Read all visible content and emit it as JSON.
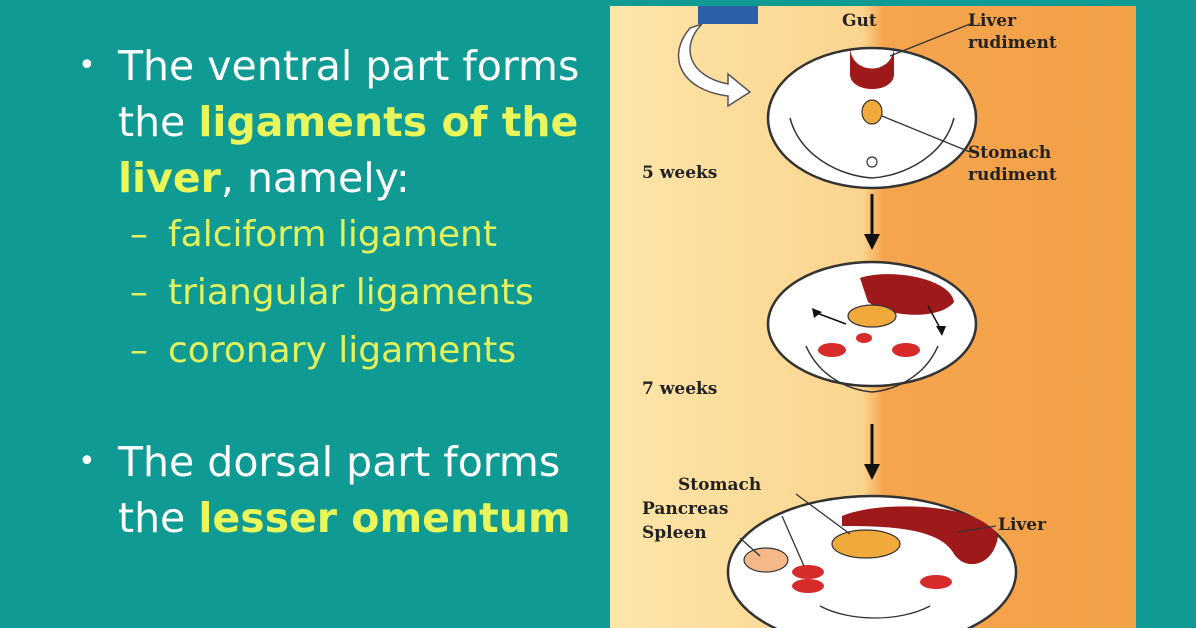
{
  "bullet1": {
    "pre": "The ventral part forms the ",
    "highlight": "ligaments of the liver",
    "post": ", namely:",
    "items": [
      "falciform ligament",
      "triangular ligaments",
      "coronary ligaments"
    ]
  },
  "bullet2": {
    "pre": "The dorsal part forms the ",
    "highlight": "lesser omentum"
  },
  "figure": {
    "labels": {
      "gut": "Gut",
      "liver_rudiment_1": "Liver",
      "liver_rudiment_2": "rudiment",
      "stomach_rudiment_1": "Stomach",
      "stomach_rudiment_2": "rudiment",
      "week5": "5 weeks",
      "week7": "7 weeks",
      "stomach": "Stomach",
      "pancreas": "Pancreas",
      "spleen": "Spleen",
      "liver": "Liver"
    },
    "colors": {
      "organ_red": "#9e1a1a",
      "stomach_orange": "#f2a93b",
      "bg_light": "#fde5a9",
      "bg_dark": "#f2a147"
    }
  }
}
